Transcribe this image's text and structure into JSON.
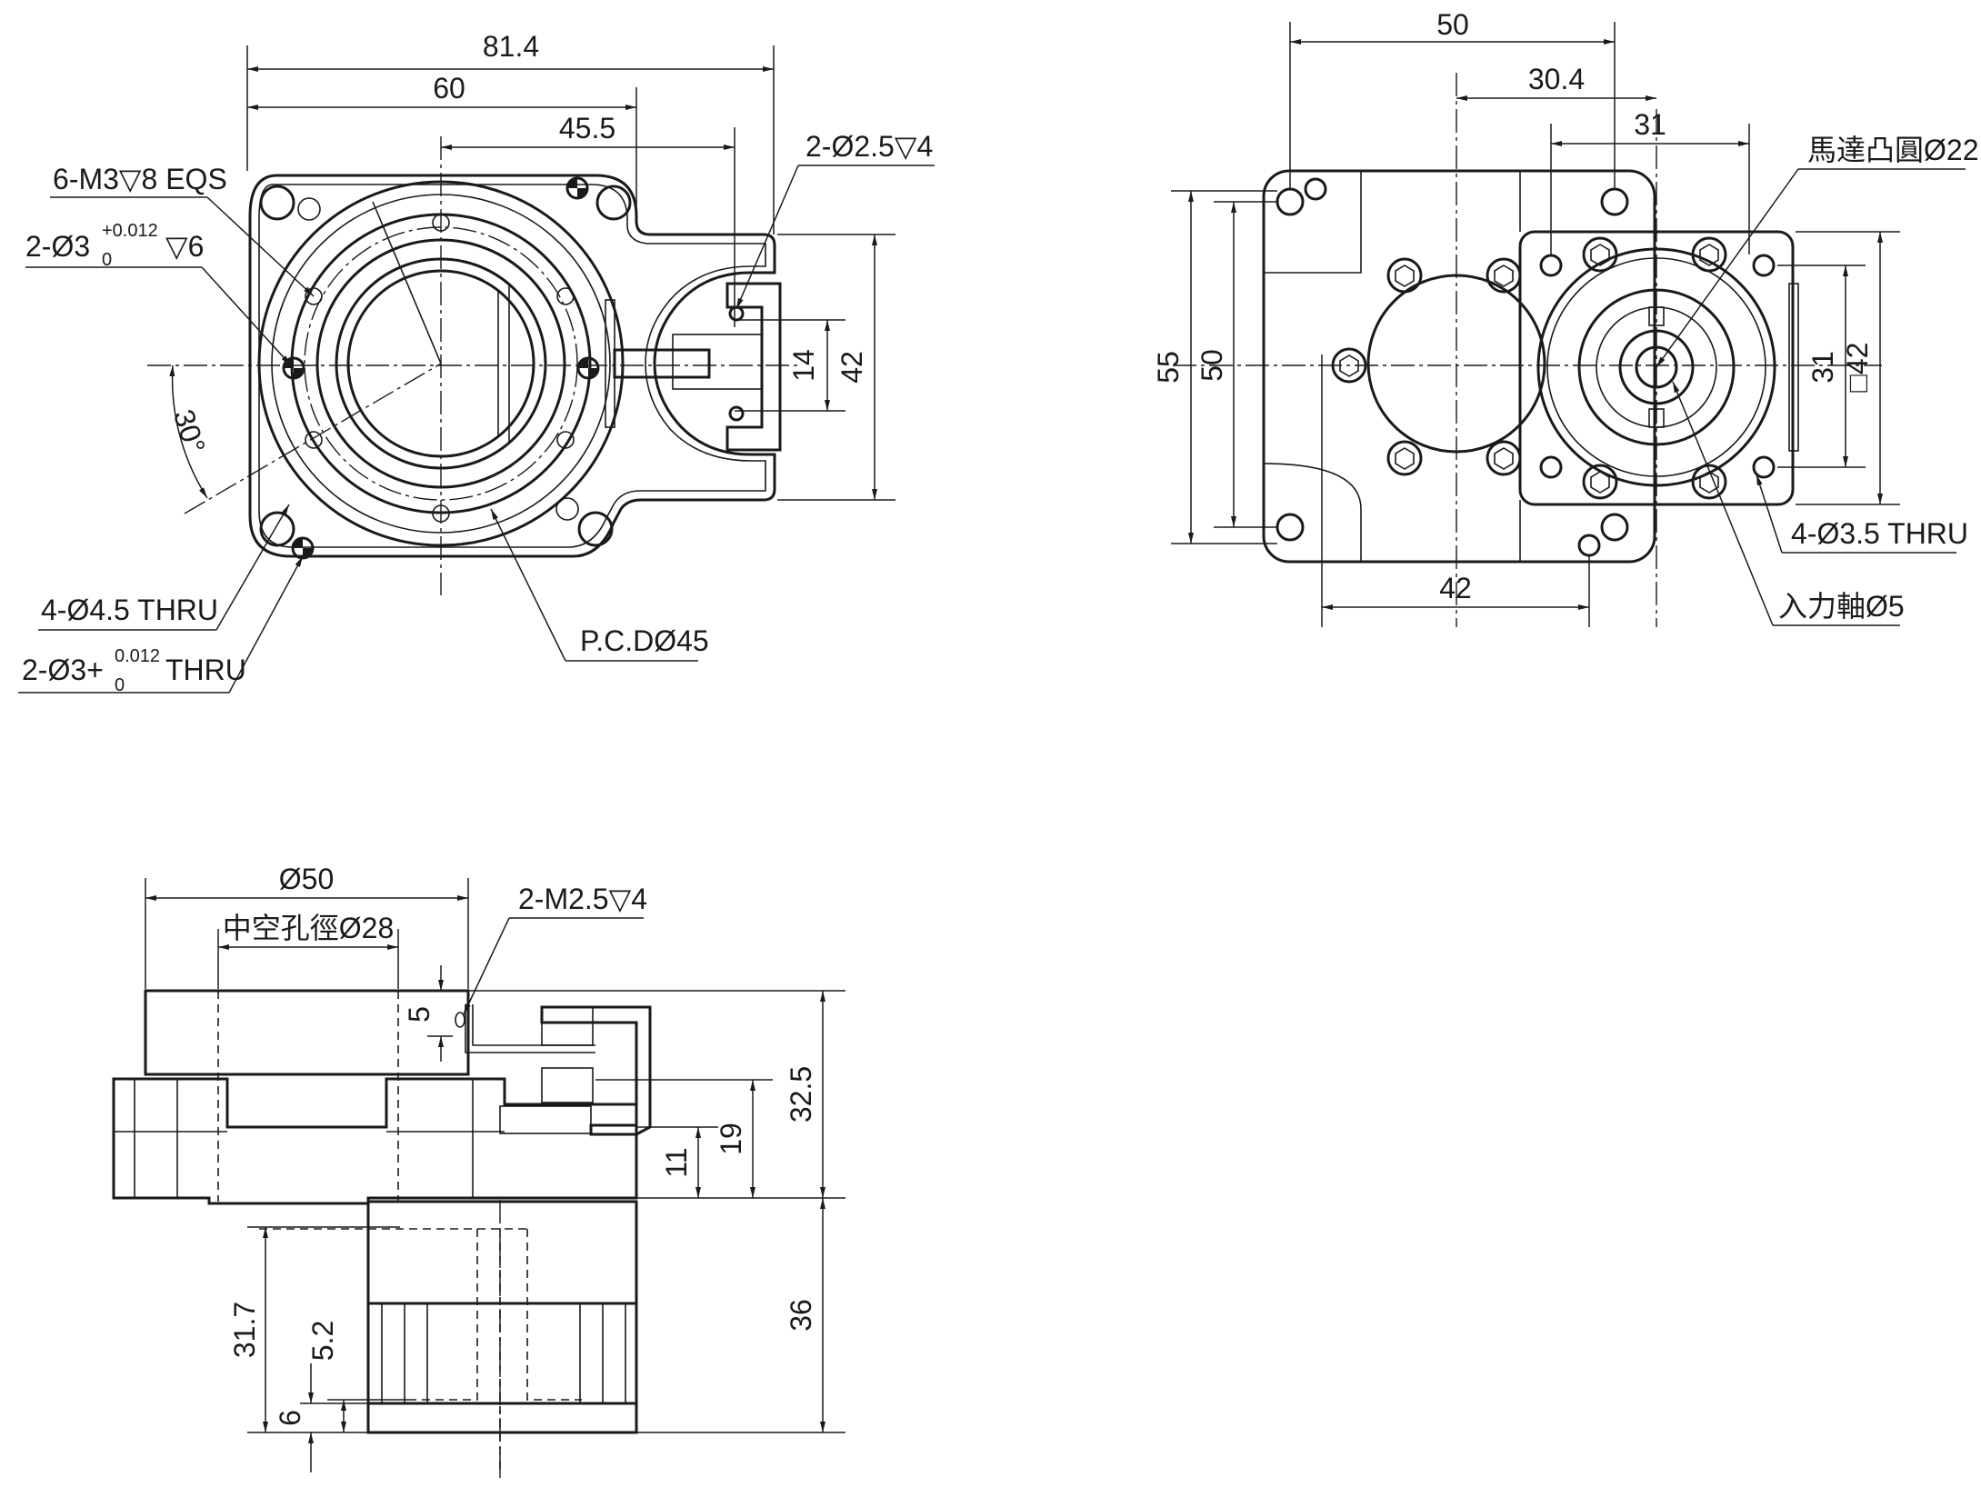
{
  "front": {
    "dims": {
      "d81_4": "81.4",
      "d60": "60",
      "d45_5": "45.5",
      "d14": "14",
      "d42": "42",
      "d30deg": "30°"
    },
    "callouts": {
      "tap_m3": "6-M3▽8 EQS",
      "pin3_prefix": "2-Ø3",
      "pin3_tol_upper": "+0.012",
      "pin3_tol_lower": "0",
      "pin3_suffix": "▽6",
      "hole_4_5": "4-Ø4.5 THRU",
      "pin3_thru_prefix": "2-Ø3+",
      "pin3_thru_tol_upper": "0.012",
      "pin3_thru_tol_lower": "0",
      "pin3_thru_suffix": "THRU",
      "pcd": "P.C.DØ45",
      "hole_2_5": "2-Ø2.5▽4"
    }
  },
  "rear": {
    "dims": {
      "d50_top": "50",
      "d30_4": "30.4",
      "d31_top": "31",
      "d55": "55",
      "d50_left": "50",
      "d31_right": "31",
      "sq42": "□42",
      "d42_bottom": "42"
    },
    "callouts": {
      "motor_boss": "馬達凸圓Ø22",
      "hole_3_5": "4-Ø3.5 THRU",
      "input_shaft": "入力軸Ø5"
    }
  },
  "side": {
    "dims": {
      "d50": "Ø50",
      "hollow": "中空孔徑Ø28",
      "d5": "5",
      "d32_5": "32.5",
      "d19": "19",
      "d11": "11",
      "d36": "36",
      "d31_7": "31.7",
      "d5_2": "5.2",
      "d6": "6"
    },
    "callouts": {
      "tap_m2_5": "2-M2.5▽4"
    }
  }
}
